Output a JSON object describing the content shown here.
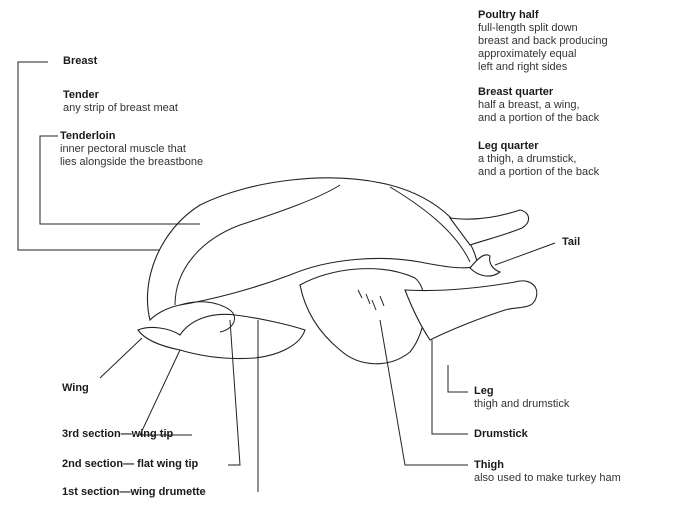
{
  "labels": {
    "breast": {
      "title": "Breast"
    },
    "tender": {
      "title": "Tender",
      "desc": "any strip of breast meat"
    },
    "tenderloin": {
      "title": "Tenderloin",
      "desc1": "inner pectoral muscle that",
      "desc2": "lies alongside the breastbone"
    },
    "poultry_half": {
      "title": "Poultry half",
      "desc1": "full-length split down",
      "desc2": "breast and back producing",
      "desc3": "approximately equal",
      "desc4": "left and right sides"
    },
    "breast_quarter": {
      "title": "Breast quarter",
      "desc1": "half a breast, a wing,",
      "desc2": "and a portion of the back"
    },
    "leg_quarter": {
      "title": "Leg quarter",
      "desc1": "a thigh, a drumstick,",
      "desc2": "and a portion of the back"
    },
    "tail": {
      "title": "Tail"
    },
    "wing": {
      "title": "Wing"
    },
    "wing_3rd": {
      "title": "3rd section—wing tip"
    },
    "wing_2nd": {
      "title": "2nd section— flat wing tip"
    },
    "wing_1st": {
      "title": "1st section—wing drumette"
    },
    "leg": {
      "title": "Leg",
      "desc": "thigh and drumstick"
    },
    "drumstick": {
      "title": "Drumstick"
    },
    "thigh": {
      "title": "Thigh",
      "desc": "also used to make turkey ham"
    }
  }
}
